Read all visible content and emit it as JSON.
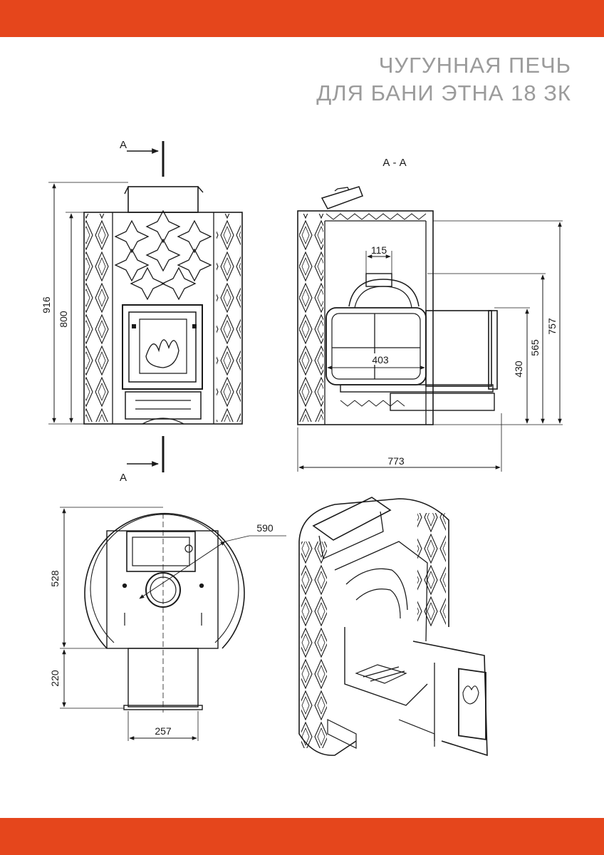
{
  "colors": {
    "accent": "#e5461c",
    "title": "#9b9b9b",
    "line": "#1a1a1a"
  },
  "title": {
    "line1": "ЧУГУННАЯ ПЕЧЬ",
    "line2": "ДЛЯ БАНИ ЭТНА 18 ЗК"
  },
  "front_view": {
    "section_mark_top": "А",
    "section_mark_bottom": "А",
    "dim_height_total": "916",
    "dim_height_body": "800"
  },
  "section_view": {
    "label": "А - А",
    "dim_chimney": "115",
    "dim_firebox": "403",
    "dim_width": "773",
    "dim_h1": "430",
    "dim_h2": "565",
    "dim_h3": "757"
  },
  "top_view": {
    "dim_diameter": "590",
    "dim_depth": "528",
    "dim_channel": "220",
    "dim_channel_width": "257"
  }
}
